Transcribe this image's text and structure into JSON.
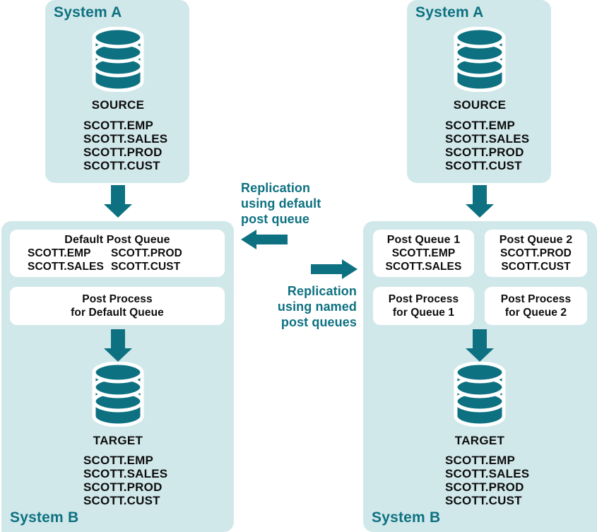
{
  "colors": {
    "teal": "#0e7181",
    "panel_bg": "#d1e8ea",
    "box_bg": "#ffffff",
    "text": "#0d0d0d"
  },
  "left_flow": {
    "source_panel": {
      "title": "System A",
      "db_icon": "database-cylinder-icon",
      "db_caption": "SOURCE",
      "tables": [
        "SCOTT.EMP",
        "SCOTT.SALES",
        "SCOTT.PROD",
        "SCOTT.CUST"
      ]
    },
    "target_panel": {
      "title": "System B",
      "queue_box": {
        "header": "Default Post Queue",
        "col_left": [
          "SCOTT.EMP",
          "SCOTT.SALES"
        ],
        "col_right": [
          "SCOTT.PROD",
          "SCOTT.CUST"
        ]
      },
      "process_box": {
        "line1": "Post Process",
        "line2": "for Default Queue"
      },
      "db_icon": "database-cylinder-icon",
      "db_caption": "TARGET",
      "tables": [
        "SCOTT.EMP",
        "SCOTT.SALES",
        "SCOTT.PROD",
        "SCOTT.CUST"
      ]
    }
  },
  "right_flow": {
    "source_panel": {
      "title": "System A",
      "db_icon": "database-cylinder-icon",
      "db_caption": "SOURCE",
      "tables": [
        "SCOTT.EMP",
        "SCOTT.SALES",
        "SCOTT.PROD",
        "SCOTT.CUST"
      ]
    },
    "target_panel": {
      "title": "System B",
      "queue_box_1": {
        "header": "Post Queue 1",
        "tables": [
          "SCOTT.EMP",
          "SCOTT.SALES"
        ]
      },
      "queue_box_2": {
        "header": "Post Queue 2",
        "tables": [
          "SCOTT.PROD",
          "SCOTT.CUST"
        ]
      },
      "process_box_1": {
        "line1": "Post Process",
        "line2": "for Queue 1"
      },
      "process_box_2": {
        "line1": "Post Process",
        "line2": "for Queue 2"
      },
      "db_icon": "database-cylinder-icon",
      "db_caption": "TARGET",
      "tables": [
        "SCOTT.EMP",
        "SCOTT.SALES",
        "SCOTT.PROD",
        "SCOTT.CUST"
      ]
    }
  },
  "middle": {
    "default_label": {
      "line1": "Replication",
      "line2": "using default",
      "line3": "post queue",
      "arrow": "arrow-left-icon"
    },
    "named_label": {
      "line1": "Replication",
      "line2": "using named",
      "line3": "post queues",
      "arrow": "arrow-right-icon"
    }
  }
}
